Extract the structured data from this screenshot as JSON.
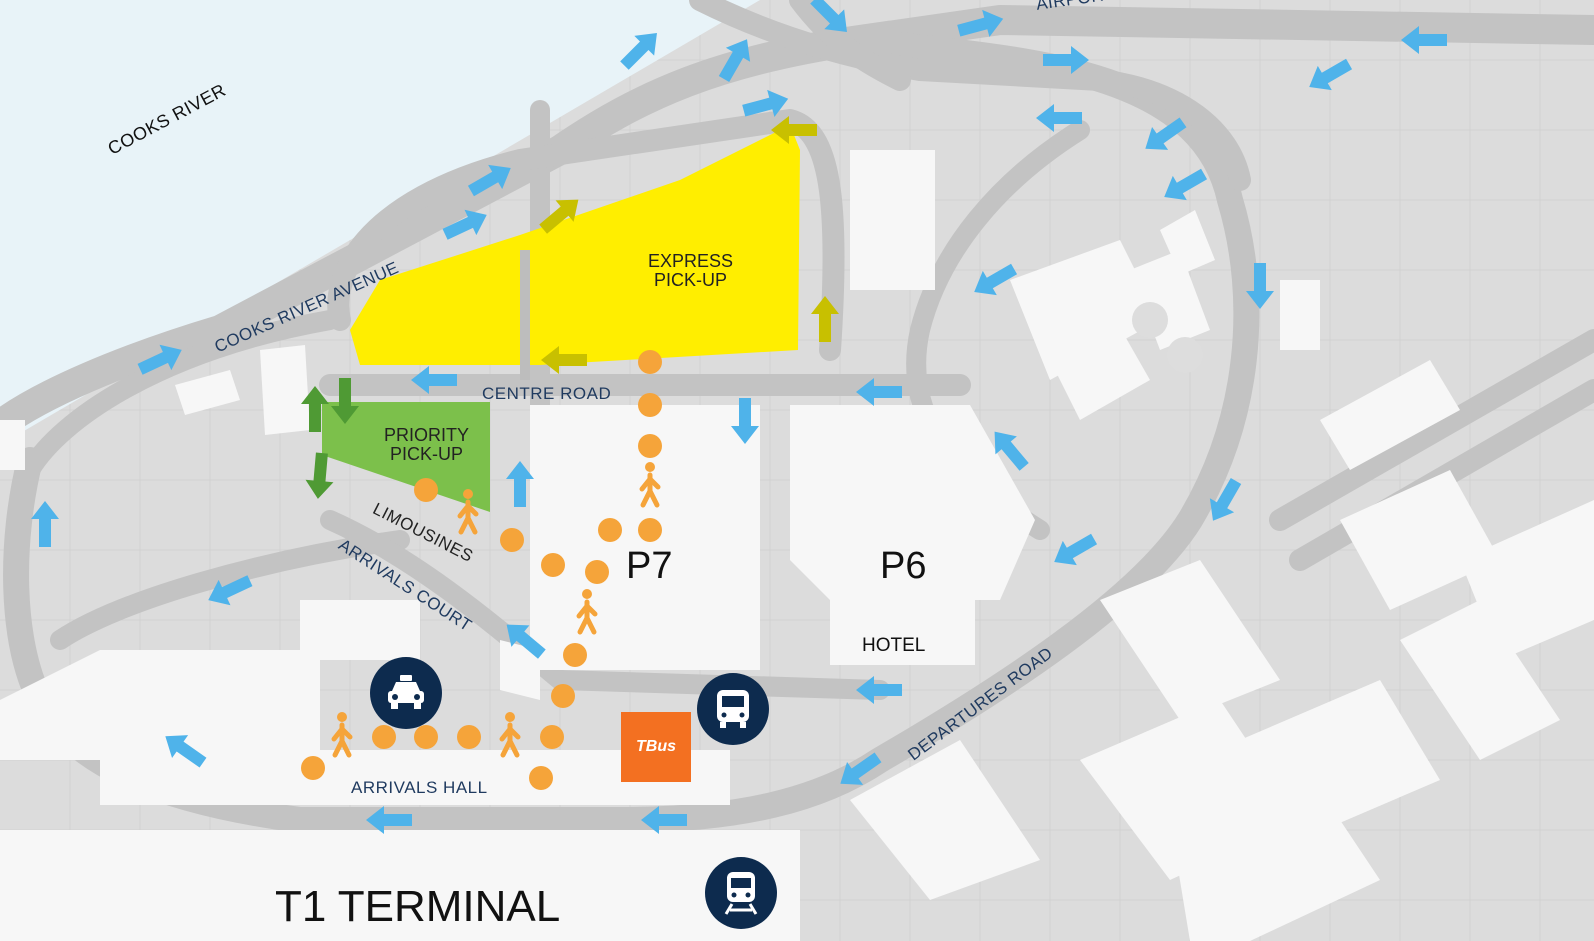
{
  "labels": {
    "cooks_river": "COOKS RIVER",
    "cooks_river_avenue": "COOKS RIVER AVENUE",
    "airport_road": "AIRPORT",
    "centre_road": "CENTRE ROAD",
    "express_pickup": "EXPRESS\nPICK-UP",
    "priority_pickup": "PRIORITY\nPICK-UP",
    "limousines": "LIMOUSINES",
    "arrivals_court": "ARRIVALS COURT",
    "p7": "P7",
    "p6": "P6",
    "hotel": "HOTEL",
    "departures_road": "DEPARTURES ROAD",
    "arrivals_hall": "ARRIVALS HALL",
    "t1_terminal": "T1 TERMINAL",
    "tbus_logo": "TBus"
  },
  "icons": {
    "taxi": "taxi-icon",
    "bus": "bus-icon",
    "train": "train-icon",
    "walk": "walking-person-icon",
    "arrow": "traffic-arrow-icon"
  },
  "colors": {
    "background": "#dcdcdc",
    "water": "#e8f3f8",
    "road": "#c3c3c3",
    "building": "#f7f7f7",
    "express": "#ffee00",
    "priority": "#7cc04b",
    "arrow": "#4fb3ea",
    "walk": "#f5a43a",
    "badge": "#0d2b4e",
    "tbus": "#f37021"
  }
}
